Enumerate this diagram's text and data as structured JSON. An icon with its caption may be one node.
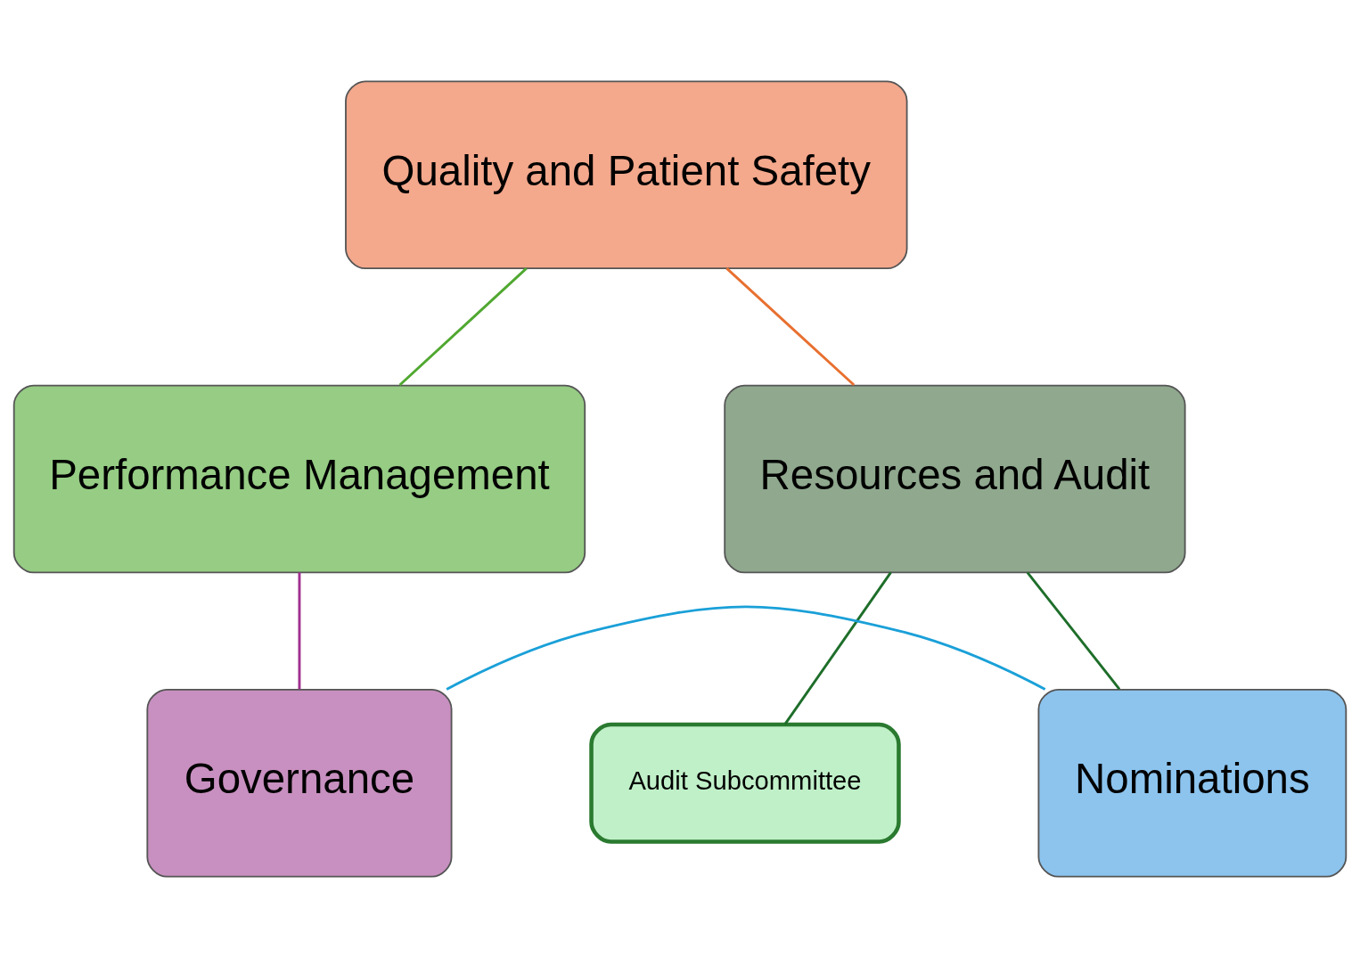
{
  "diagram": {
    "nodes": [
      {
        "text": [
          "Quality and Patient Safety"
        ]
      },
      {
        "text": [
          "Resources and Audit"
        ]
      },
      {
        "text": [
          "Nominations"
        ]
      },
      {
        "text": [
          "Governance"
        ]
      },
      {
        "text": [
          "Performance Management"
        ]
      },
      {
        "text": [
          "Audit Subcommittee"
        ]
      }
    ],
    "edges": [
      {
        "from": 0,
        "to": 1,
        "arrow": "none",
        "color": "#e87030"
      },
      {
        "from": 1,
        "to": 2,
        "arrow": "none",
        "color": "#1e6e2a"
      },
      {
        "from": 3,
        "to": 2,
        "arrow": "none",
        "color": "#1aa0d8"
      },
      {
        "from": 4,
        "to": 3,
        "arrow": "none",
        "color": "#a03090"
      },
      {
        "from": 0,
        "to": 4,
        "arrow": "none",
        "color": "#50a830"
      },
      {
        "from": 1,
        "to": 5,
        "arrow": "none",
        "color": "#1e6e2a"
      }
    ]
  }
}
